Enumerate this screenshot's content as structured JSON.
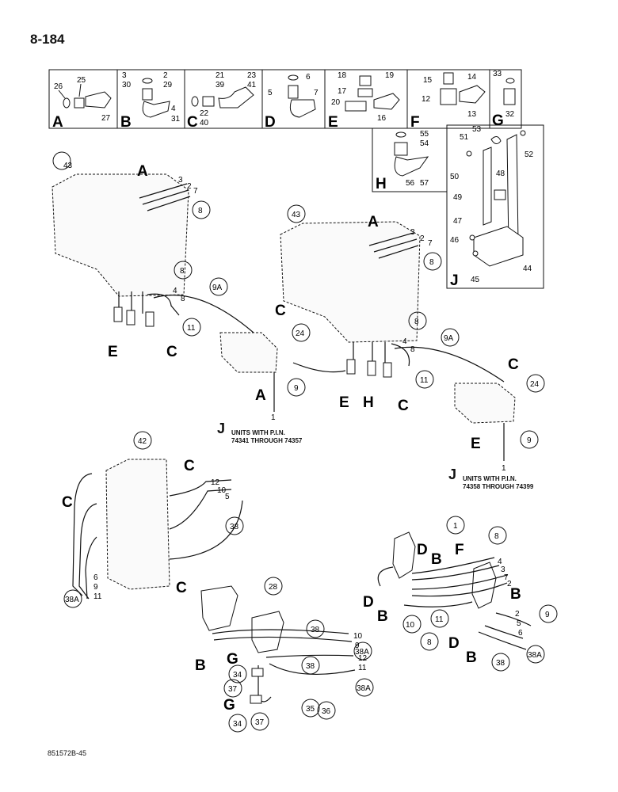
{
  "header": {
    "page_number": "8-184"
  },
  "footer": {
    "code": "851572B-45"
  },
  "inset_row": [
    {
      "letter": "A",
      "numbers": [
        "26",
        "25",
        "27"
      ]
    },
    {
      "letter": "B",
      "numbers": [
        "3",
        "30",
        "2",
        "29",
        "4",
        "31"
      ]
    },
    {
      "letter": "C",
      "numbers": [
        "21",
        "39",
        "23",
        "41",
        "22",
        "40"
      ]
    },
    {
      "letter": "D",
      "numbers": [
        "6",
        "5",
        "7"
      ]
    },
    {
      "letter": "E",
      "numbers": [
        "18",
        "19",
        "17",
        "20",
        "16"
      ]
    },
    {
      "letter": "F",
      "numbers": [
        "15",
        "14",
        "12",
        "13"
      ]
    },
    {
      "letter": "G",
      "numbers": [
        "33",
        "32"
      ]
    }
  ],
  "inset_h": {
    "letter": "H",
    "numbers": [
      "55",
      "54",
      "56",
      "57"
    ]
  },
  "inset_j": {
    "letter": "J",
    "numbers": [
      "53",
      "51",
      "52",
      "50",
      "48",
      "49",
      "47",
      "46",
      "45",
      "44"
    ]
  },
  "notes": [
    {
      "letter": "J",
      "line1": "UNITS WITH P.I.N.",
      "line2": "74341 THROUGH 74357"
    },
    {
      "letter": "J",
      "line1": "UNITS WITH P.I.N.",
      "line2": "74358 THROUGH 74399"
    }
  ],
  "callouts_circled": [
    "43",
    "8",
    "9A",
    "11",
    "24",
    "9",
    "43",
    "8",
    "9A",
    "11",
    "24",
    "9",
    "42",
    "38",
    "38A",
    "28",
    "38",
    "38A",
    "38",
    "38A",
    "34",
    "37",
    "34",
    "37",
    "35",
    "36",
    "1",
    "8",
    "9",
    "10",
    "11",
    "8",
    "38",
    "38A"
  ],
  "callouts_plain": [
    "3",
    "2",
    "7",
    "4",
    "8",
    "1",
    "3",
    "2",
    "7",
    "4",
    "8",
    "1",
    "12",
    "10",
    "5",
    "6",
    "9",
    "11",
    "10",
    "9",
    "12",
    "11",
    "4",
    "3",
    "7",
    "2",
    "5",
    "6"
  ],
  "letter_labels": [
    "A",
    "E",
    "C",
    "C",
    "A",
    "A",
    "E",
    "H",
    "C",
    "C",
    "E",
    "C",
    "C",
    "C",
    "B",
    "G",
    "G",
    "D",
    "D",
    "B",
    "F",
    "B",
    "D",
    "B"
  ]
}
